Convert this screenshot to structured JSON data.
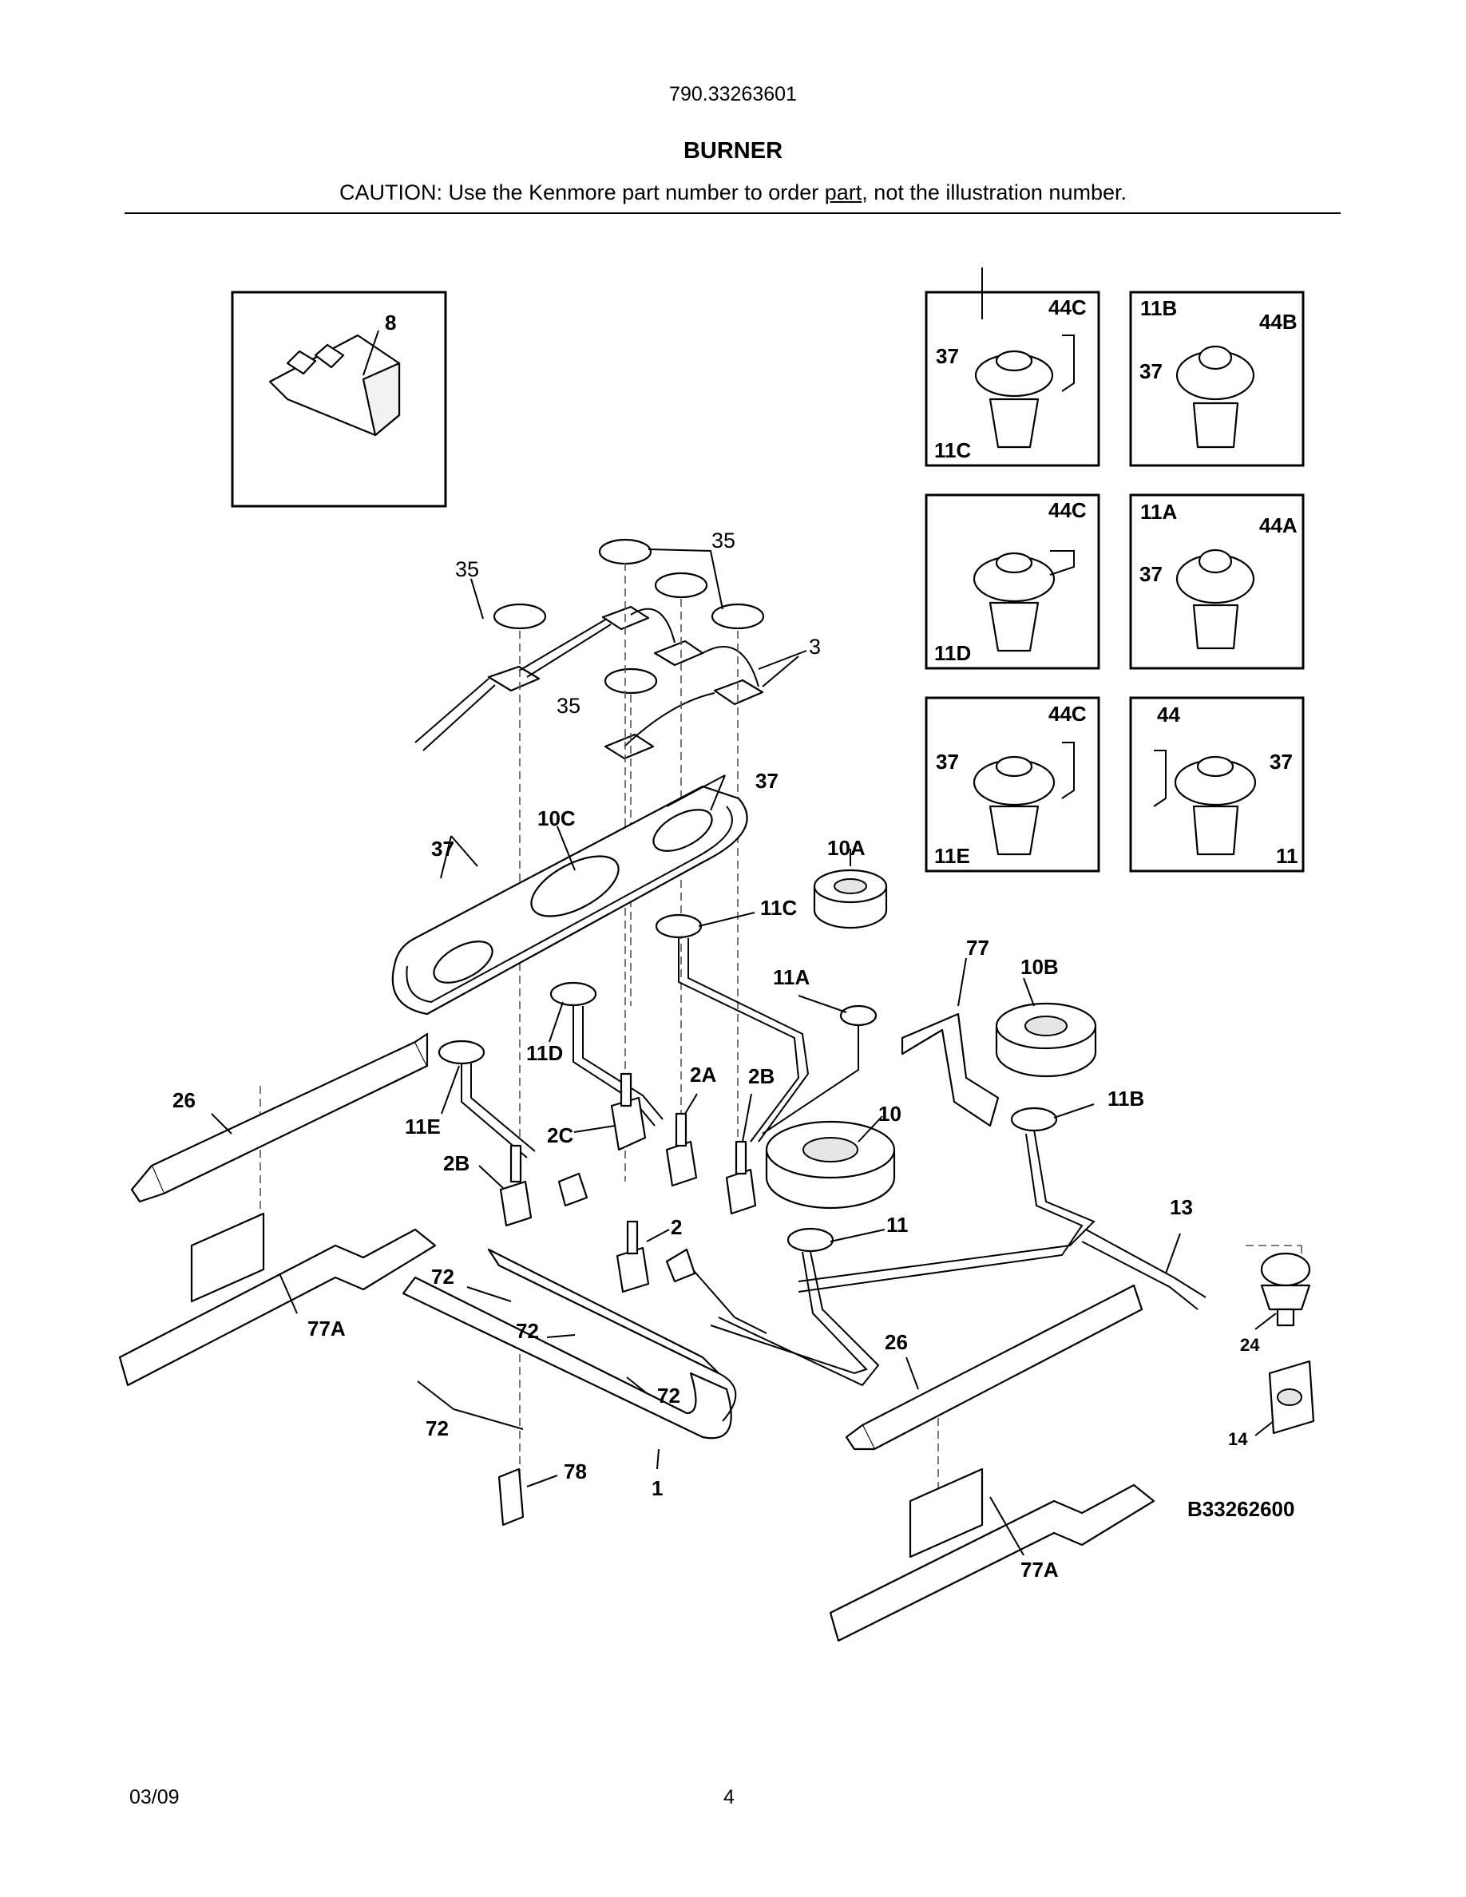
{
  "header": {
    "model": "790.33263601",
    "title": "BURNER",
    "caution_prefix": "CAUTION: Use the Kenmore part number to order ",
    "caution_link": "part",
    "caution_suffix": ", not the illustration number."
  },
  "diagram": {
    "code": "B33262600",
    "labels": {
      "l8": "8",
      "l44C_a": "44C",
      "l37_a": "37",
      "l11C_box": "11C",
      "l11B_box": "11B",
      "l44B": "44B",
      "l37_b": "37",
      "l44C_b": "44C",
      "l11D_box": "11D",
      "l11A_box": "11A",
      "l44A": "44A",
      "l37_c": "37",
      "l44C_c": "44C",
      "l37_d": "37",
      "l11E_box": "11E",
      "l44": "44",
      "l37_e": "37",
      "l11_box": "11",
      "l35_a": "35",
      "l35_b": "35",
      "l35_c": "35",
      "l3": "3",
      "l37_f": "37",
      "l37_g": "37",
      "l10C": "10C",
      "l10A": "10A",
      "l11C": "11C",
      "l11A": "11A",
      "l77": "77",
      "l10B": "10B",
      "l11D": "11D",
      "l2A": "2A",
      "l2B_a": "2B",
      "l2C": "2C",
      "l26_a": "26",
      "l11E": "11E",
      "l2B_b": "2B",
      "l10": "10",
      "l11B": "11B",
      "l2": "2",
      "l11": "11",
      "l13": "13",
      "l72_a": "72",
      "l72_b": "72",
      "l72_c": "72",
      "l72_d": "72",
      "l77A_a": "77A",
      "l26_b": "26",
      "l24": "24",
      "l14": "14",
      "l78": "78",
      "l1": "1",
      "l77A_b": "77A"
    }
  },
  "footer": {
    "date": "03/09",
    "page": "4"
  }
}
